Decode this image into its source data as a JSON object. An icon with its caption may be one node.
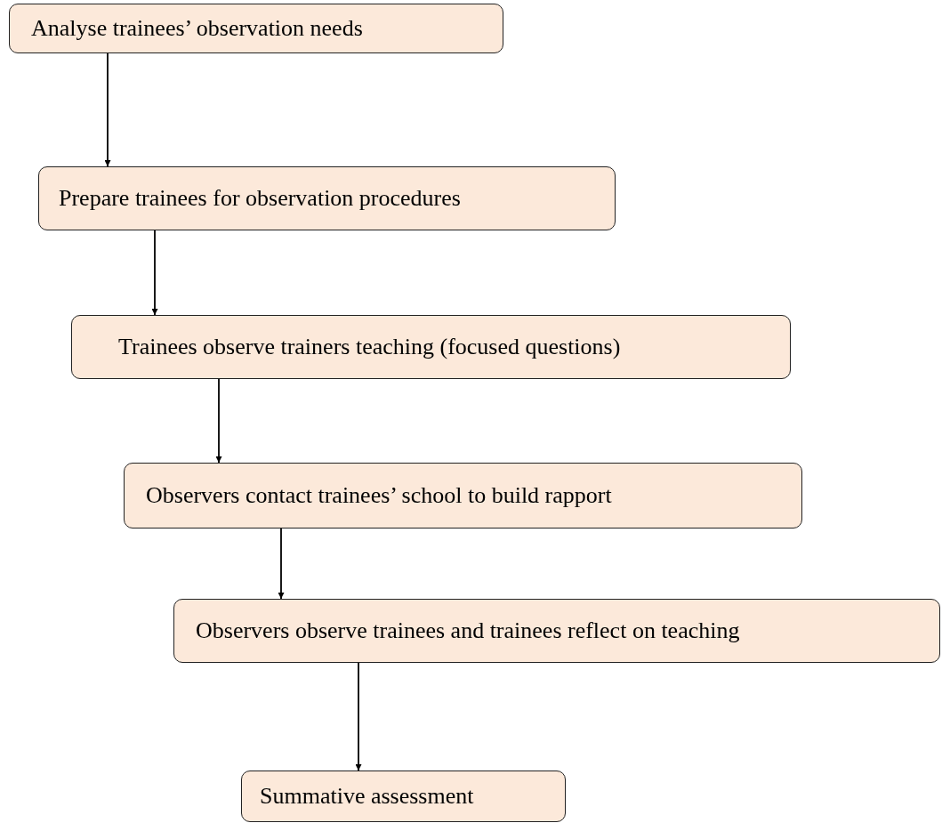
{
  "diagram": {
    "nodes": [
      {
        "text": [
          "Analyse trainees’ observation needs"
        ]
      },
      {
        "text": [
          "Prepare trainees for observation procedures"
        ]
      },
      {
        "text": [
          "Trainees observe trainers teaching (focused questions)"
        ]
      },
      {
        "text": [
          "Observers contact trainees’ school to build rapport"
        ]
      },
      {
        "text": [
          "Observers observe trainees and trainees reflect on teaching"
        ]
      },
      {
        "text": [
          "Summative assessment"
        ]
      }
    ],
    "edges": [
      {
        "from": 0,
        "to": 1,
        "arrow": "to"
      },
      {
        "from": 1,
        "to": 2,
        "arrow": "to"
      },
      {
        "from": 2,
        "to": 3,
        "arrow": "to"
      },
      {
        "from": 3,
        "to": 4,
        "arrow": "to"
      },
      {
        "from": 4,
        "to": 5,
        "arrow": "to"
      }
    ]
  }
}
